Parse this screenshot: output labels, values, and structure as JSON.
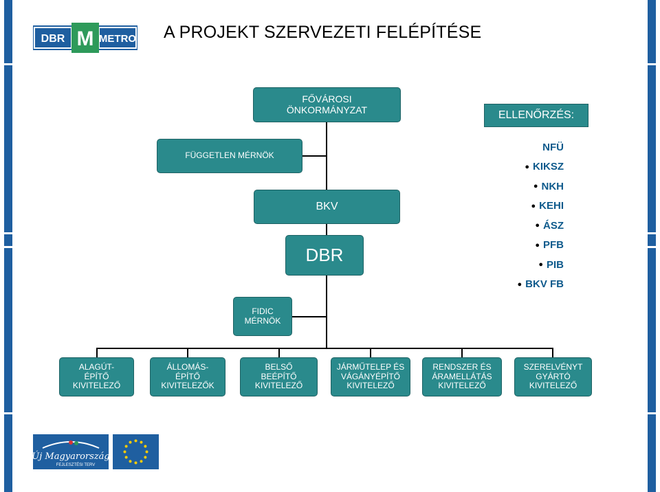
{
  "header": {
    "title": "A PROJEKT SZERVEZETI FELÉPÍTÉSE",
    "logo_left": "DBR",
    "logo_mid": "M",
    "logo_right": "METRO"
  },
  "org": {
    "fovarosi": "FŐVÁROSI\nÖNKORMÁNYZAT",
    "fuggetlen": "FÜGGETLEN MÉRNÖK",
    "bkv": "BKV",
    "dbr": "DBR",
    "fidic": "FIDIC MÉRNÖK",
    "contractors": [
      "ALAGÚT-\nÉPÍTŐ\nKIVITELEZŐ",
      "ÁLLOMÁS-\nÉPÍTŐ\nKIVITELEZŐK",
      "BELSŐ\nBEÉPÍTŐ\nKIVITELEZŐ",
      "JÁRMŰTELEP ÉS\nVÁGÁNYÉPÍTŐ\nKIVITELEZŐ",
      "RENDSZER ÉS\nÁRAMELLÁTÁS\nKIVITELEZŐ",
      "SZERELVÉNYT\nGYÁRTÓ\nKIVITELEZŐ"
    ]
  },
  "control": {
    "title": "ELLENŐRZÉS:",
    "items": [
      {
        "label": "NFÜ",
        "bullet": false
      },
      {
        "label": "KIKSZ",
        "bullet": true
      },
      {
        "label": "NKH",
        "bullet": true
      },
      {
        "label": "KEHI",
        "bullet": true
      },
      {
        "label": "ÁSZ",
        "bullet": true
      },
      {
        "label": "PFB",
        "bullet": true
      },
      {
        "label": "PIB",
        "bullet": true
      },
      {
        "label": "BKV FB",
        "bullet": true
      }
    ]
  },
  "footer": {
    "eu_logo_text": "Új Magyarország",
    "eu_logo_sub": "FEJLESZTÉSI TERV"
  },
  "colors": {
    "box": "#2a8a8c",
    "accent": "#1f5fa0",
    "list": "#0e5a8c"
  }
}
